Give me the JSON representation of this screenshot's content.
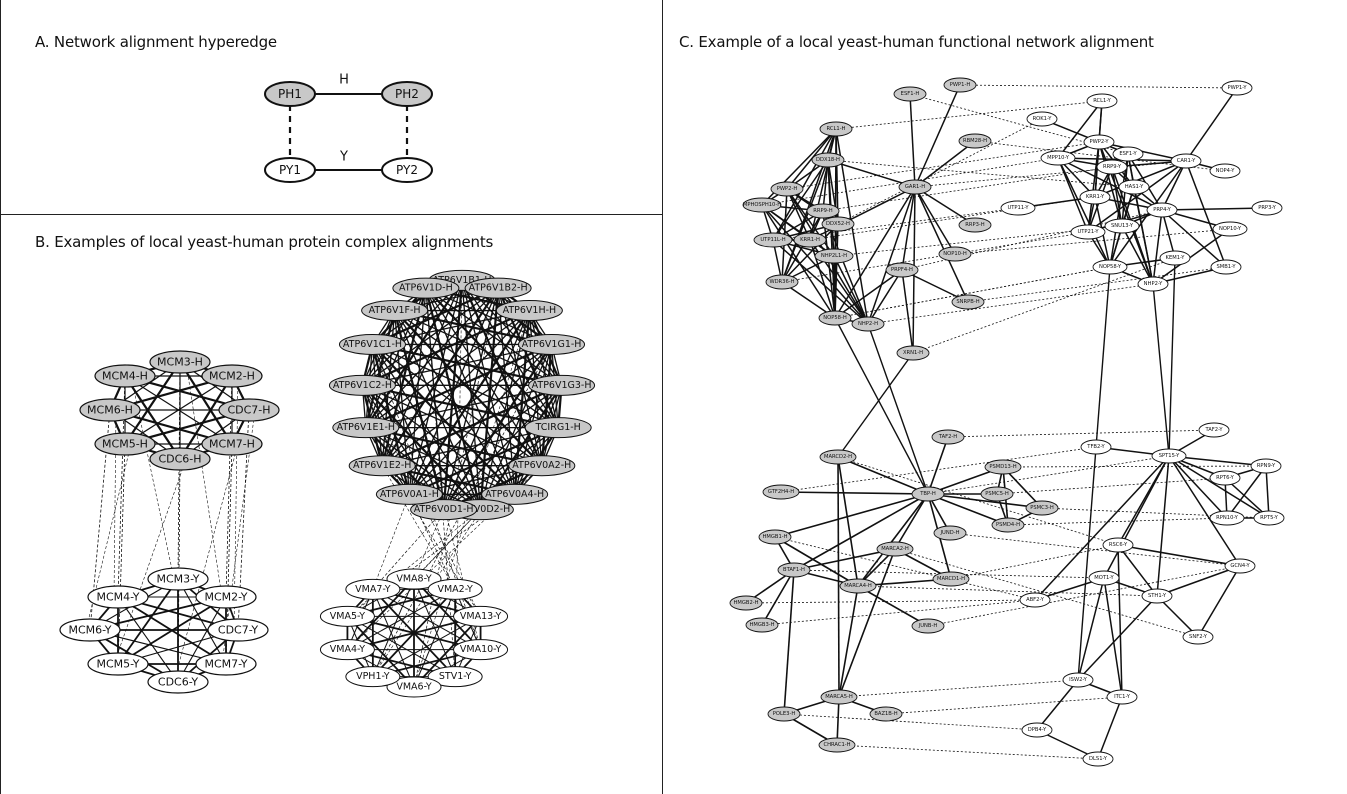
{
  "panels": {
    "a": {
      "title": "A. Network alignment hyperedge",
      "nodes": {
        "ph1": "PH1",
        "ph2": "PH2",
        "py1": "PY1",
        "py2": "PY2"
      },
      "edge_labels": {
        "h": "H",
        "y": "Y"
      }
    },
    "b": {
      "title": "B. Examples of local yeast-human protein complex alignments",
      "mcm_human": [
        "MCM3-H",
        "MCM2-H",
        "CDC7-H",
        "MCM7-H",
        "CDC6-H",
        "MCM5-H",
        "MCM6-H",
        "MCM4-H"
      ],
      "mcm_yeast": [
        "MCM3-Y",
        "MCM2-Y",
        "CDC7-Y",
        "MCM7-Y",
        "CDC6-Y",
        "MCM5-Y",
        "MCM6-Y",
        "MCM4-Y"
      ],
      "atp_human": [
        "ATP6V1B1-H",
        "ATP6V1B2-H",
        "ATP6V1H-H",
        "ATP6V1G1-H",
        "ATP6V1G3-H",
        "TCIRG1-H",
        "ATP6V0A2-H",
        "ATP6V0A4-H",
        "ATP6V0D2-H",
        "ATP6V0D1-H",
        "ATP6V0A1-H",
        "ATP6V1E2-H",
        "ATP6V1E1-H",
        "ATP6V1C2-H",
        "ATP6V1C1-H",
        "ATP6V1F-H",
        "ATP6V1D-H"
      ],
      "vma_yeast": [
        "VMA8-Y",
        "VMA2-Y",
        "VMA13-Y",
        "VMA10-Y",
        "STV1-Y",
        "VMA6-Y",
        "VPH1-Y",
        "VMA4-Y",
        "VMA5-Y",
        "VMA7-Y"
      ]
    },
    "c": {
      "title": "C. Example of a local yeast-human functional network alignment",
      "top_human": [
        "ESF1-H",
        "PWP1-H",
        "RCL1-H",
        "RBM28-H",
        "DDX18-H",
        "GAR1-H",
        "PWP2-H",
        "MPHOSPH10-H",
        "RRP9-H",
        "DDX52-H",
        "UTP11L-H",
        "KRR1-H",
        "RRP3-H",
        "NHP2L1-H",
        "NOP10-H",
        "WDR36-H",
        "PRPF4-H",
        "SNRPB-H",
        "NOP58-H",
        "NHP2-H",
        "XRN1-H"
      ],
      "top_yeast": [
        "PWP1-Y",
        "RCL1-Y",
        "ROK1-Y",
        "PWP2-Y",
        "ESF1-Y",
        "CAR1-Y",
        "MPP10-Y",
        "RRP9-Y",
        "HAS1-Y",
        "NOP4-Y",
        "KRR1-Y",
        "UTP11-Y",
        "PRP4-Y",
        "PRP3-Y",
        "SNU13-Y",
        "UTP21-Y",
        "NOP10-Y",
        "KEM1-Y",
        "SMB1-Y",
        "NOP58-Y",
        "NHP2-Y"
      ],
      "bottom_human": [
        "TAF2-H",
        "MARCD2-H",
        "PSMD13-H",
        "GTF2H4-H",
        "TBP-H",
        "PSMC5-H",
        "PSMC3-H",
        "PSMD4-H",
        "JUND-H",
        "HMGB1-H",
        "MARCA2-H",
        "BTAF1-H",
        "MARCD1-H",
        "MARCA4-H",
        "HMGB2-H",
        "HMGB3-H",
        "JUNB-H",
        "MARCA5-H",
        "POLE3-H",
        "BAZ1B-H",
        "CHRAC1-H"
      ],
      "bottom_yeast": [
        "TAF2-Y",
        "TFB2-Y",
        "SPT15-Y",
        "RPN9-Y",
        "RPT6-Y",
        "RPN10-Y",
        "RPT5-Y",
        "RSC6-Y",
        "GCN4-Y",
        "MOT1-Y",
        "ABF2-Y",
        "STH1-Y",
        "SNF2-Y",
        "ISW2-Y",
        "ITC1-Y",
        "DPB4-Y",
        "DLS1-Y"
      ]
    }
  },
  "colors": {
    "human_fill": "#c8c8c8",
    "yeast_fill": "#ffffff",
    "stroke": "#111111"
  }
}
